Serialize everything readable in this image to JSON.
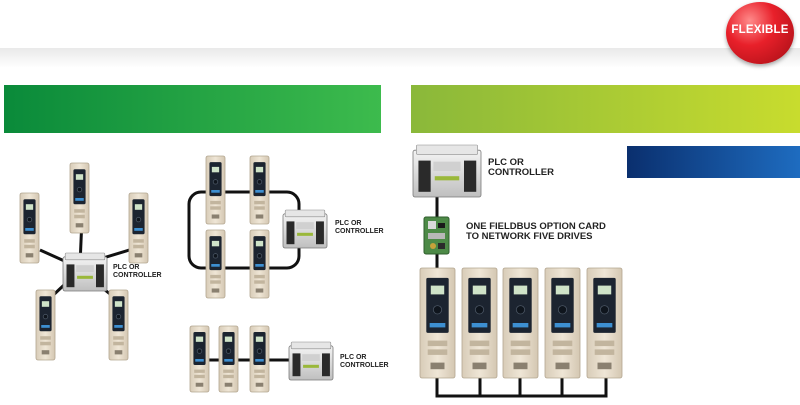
{
  "badge": {
    "text": "FLEXIBLE"
  },
  "labels": {
    "star_plc": [
      "PLC OR",
      "CONTROLLER"
    ],
    "ring_plc": [
      "PLC OR",
      "CONTROLLER"
    ],
    "daisy_plc": [
      "PLC OR",
      "CONTROLLER"
    ],
    "fieldbus_plc": [
      "PLC OR",
      "CONTROLLER"
    ],
    "fieldbus_card": [
      "ONE FIELDBUS OPTION CARD",
      "TO NETWORK FIVE DRIVES"
    ]
  },
  "colors": {
    "green_banner": "#2fa84a",
    "lime_banner": "#b5d334",
    "blue_banner": "#0e4a9a",
    "drive_body": "#e7dccb",
    "drive_panel": "#1c2430",
    "cable": "#111111",
    "badge_red": "#e8202a"
  },
  "icons": {
    "drive": "vfd-drive-icon",
    "plc": "plc-controller-icon",
    "card": "fieldbus-card-icon"
  }
}
